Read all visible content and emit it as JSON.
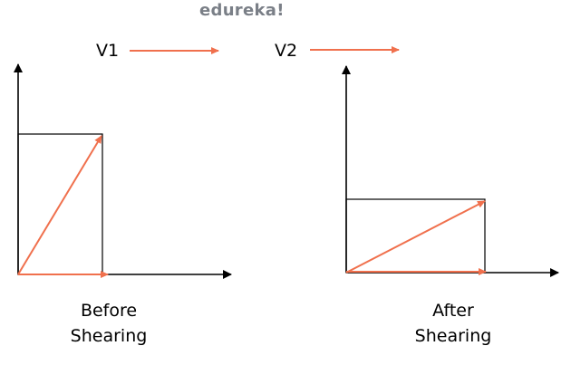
{
  "logo_text": "edureka!",
  "before": {
    "vector_label": "V1",
    "caption_line1": "Before",
    "caption_line2": "Shearing"
  },
  "after": {
    "vector_label": "V2",
    "caption_line1": "After",
    "caption_line2": "Shearing"
  },
  "colors": {
    "vector": "#f0704d",
    "axis": "#000000",
    "logo": "#7a7f87"
  }
}
